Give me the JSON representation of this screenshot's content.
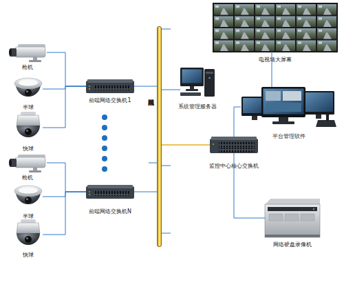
{
  "diagram": {
    "nodes": [
      {
        "text": [
          "电视墙大屏幕"
        ]
      },
      {
        "text": [
          "枪机"
        ]
      },
      {
        "text": [
          "半球"
        ]
      },
      {
        "text": [
          "快球"
        ]
      },
      {
        "text": [
          "前端网络交换机1"
        ]
      },
      {
        "text": [
          "系统管理服务器"
        ]
      },
      {
        "text": [
          "视频局域网"
        ]
      },
      {
        "text": [
          "平台管理软件"
        ]
      },
      {
        "text": [
          "监控中心核心交换机"
        ]
      },
      {
        "text": [
          "枪机"
        ]
      },
      {
        "text": [
          "半球"
        ]
      },
      {
        "text": [
          "快球"
        ]
      },
      {
        "text": [
          "前端网络交换机N"
        ]
      },
      {
        "text": [
          "网络硬盘录像机"
        ]
      }
    ],
    "edges": [
      {
        "from": 1,
        "to": 4,
        "arrow": "none"
      },
      {
        "from": 2,
        "to": 4,
        "arrow": "none"
      },
      {
        "from": 3,
        "to": 4,
        "arrow": "none"
      },
      {
        "from": 4,
        "to": 6,
        "arrow": "none"
      },
      {
        "from": 5,
        "to": 6,
        "arrow": "none"
      },
      {
        "from": 8,
        "to": 6,
        "arrow": "none"
      },
      {
        "from": 9,
        "to": 12,
        "arrow": "none"
      },
      {
        "from": 10,
        "to": 12,
        "arrow": "none"
      },
      {
        "from": 11,
        "to": 12,
        "arrow": "none"
      },
      {
        "from": 12,
        "to": 6,
        "arrow": "none"
      },
      {
        "from": 8,
        "to": 7,
        "arrow": "none"
      },
      {
        "from": 7,
        "to": 0,
        "arrow": "none"
      },
      {
        "from": 8,
        "to": 13,
        "arrow": "none"
      }
    ]
  }
}
